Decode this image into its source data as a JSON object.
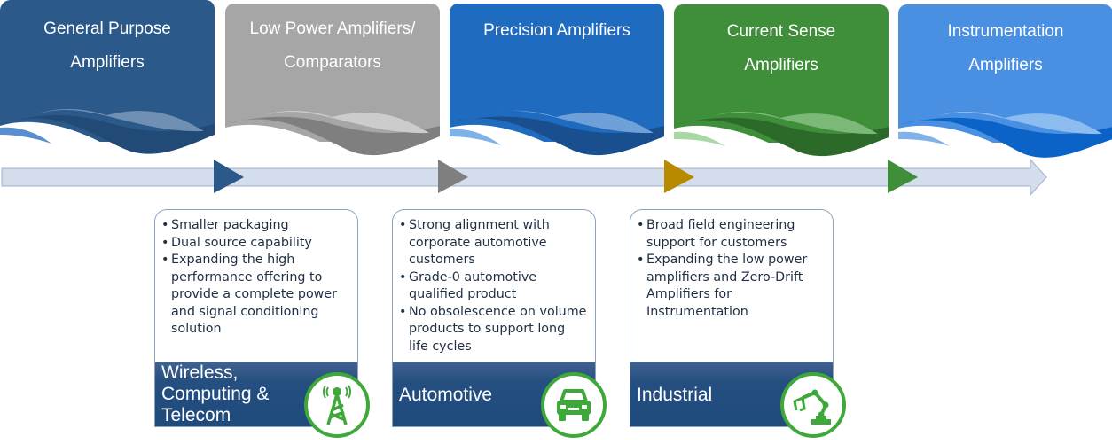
{
  "tiles": [
    {
      "title_line1": "General Purpose",
      "title_line2": "Amplifiers",
      "color": "#2b5a8a",
      "wave_dark": "#224a76",
      "wave_light": "#6f8fb3",
      "arrow_color": "#2b5a8a"
    },
    {
      "title_line1": "Low Power Amplifiers/",
      "title_line2": "Comparators",
      "color": "#a6a6a6",
      "wave_dark": "#7f7f7f",
      "wave_light": "#cccccc",
      "arrow_color": "#7f7f7f"
    },
    {
      "title_line1": "Precision Amplifiers",
      "title_line2": "",
      "color": "#1f6bbf",
      "wave_dark": "#1a4f8f",
      "wave_light": "#6fa0d8",
      "arrow_color": "#b88a00"
    },
    {
      "title_line1": "Current Sense",
      "title_line2": "Amplifiers",
      "color": "#3e8e3a",
      "wave_dark": "#2b6a28",
      "wave_light": "#7cb878",
      "arrow_color": "#3e8e3a"
    },
    {
      "title_line1": "Instrumentation",
      "title_line2": "Amplifiers",
      "color": "#4a90e2",
      "wave_dark": "#0b63c8",
      "wave_light": "#8dbcee",
      "arrow_color": ""
    }
  ],
  "markets": [
    {
      "bullets": [
        "Smaller packaging",
        "Dual source capability",
        "Expanding the high performance offering to provide a complete power and signal conditioning solution"
      ],
      "label_lines": [
        "Wireless,",
        "Computing &",
        "Telecom"
      ],
      "icon": "cell-tower-icon"
    },
    {
      "bullets": [
        "Strong alignment with corporate automotive customers",
        "Grade-0 automotive qualified product",
        "No obsolescence on volume products to support long life cycles"
      ],
      "label_lines": [
        "Automotive"
      ],
      "icon": "car-icon"
    },
    {
      "bullets": [
        "Broad field engineering support for customers",
        "Expanding the low power amplifiers and Zero-Drift Amplifiers for Instrumentation"
      ],
      "label_lines": [
        "Industrial"
      ],
      "icon": "robot-arm-icon"
    }
  ],
  "colors": {
    "badge_green": "#3fa83a",
    "timeline_fill": "#d3ddec",
    "timeline_stroke": "#9fb0c9"
  }
}
